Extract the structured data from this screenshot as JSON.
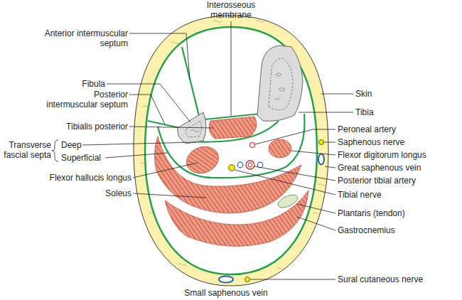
{
  "diagram": {
    "labels": [
      "Interosseous membrane",
      "Anterior intermuscular septum",
      "Fibula",
      "Posterior intermuscular septum",
      "Tibialis posterior",
      "Transverse fascial septa",
      "Deep",
      "Superficial",
      "Flexor hallucis longus",
      "Soleus",
      "Skin",
      "Tibia",
      "Peroneal artery",
      "Saphenous nerve",
      "Flexor digitorum longus",
      "Great saphenous vein",
      "Posterior tibial artery",
      "Tibial nerve",
      "Plantaris (tendon)",
      "Gastrocnemius",
      "Sural cutaneous nerve",
      "Small saphenous vein"
    ]
  }
}
